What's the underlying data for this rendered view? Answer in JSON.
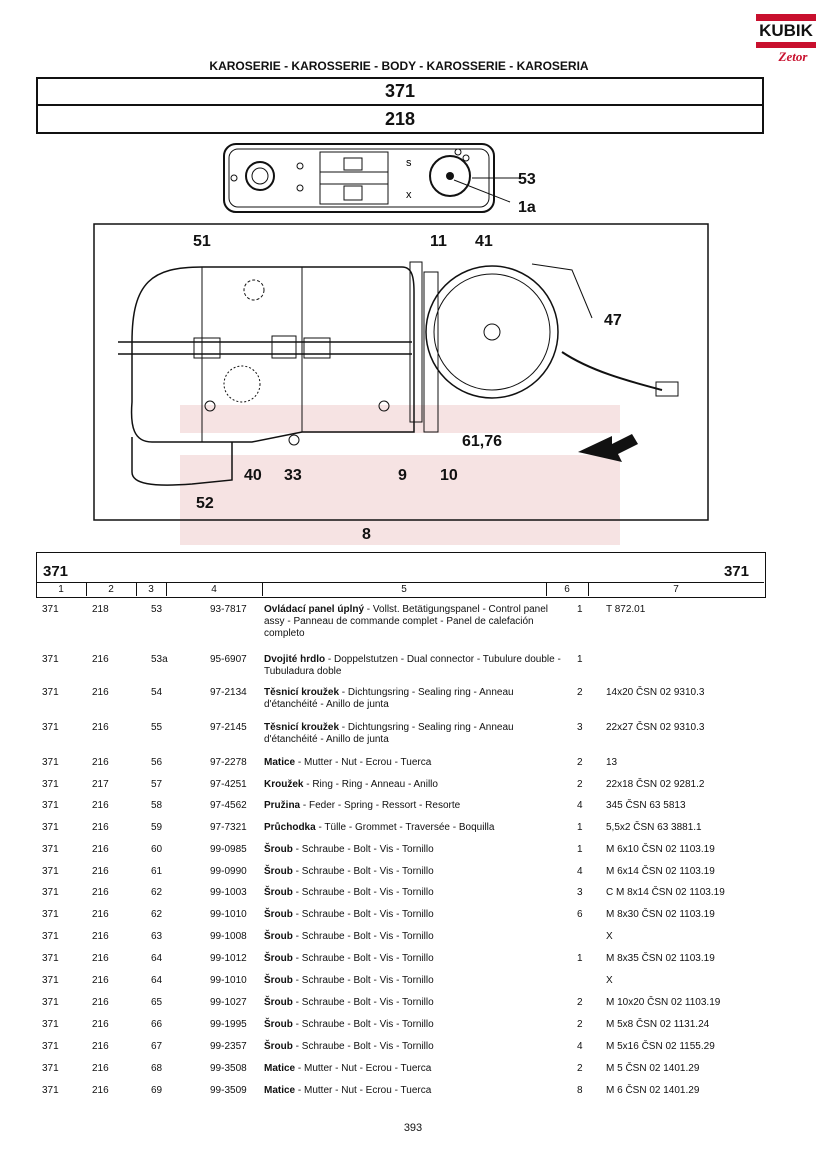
{
  "logo": {
    "word": "KUBIK",
    "brand": "Zetor"
  },
  "header": {
    "title": "KAROSERIE - KAROSSERIE - BODY - KAROSSERIE - KAROSERIA",
    "group": "371",
    "subgroup": "218"
  },
  "figure": {
    "panel_callouts": [
      "53",
      "1a"
    ],
    "main_callouts": [
      "51",
      "11",
      "41",
      "47",
      "61,76",
      "9",
      "10",
      "40",
      "33",
      "52",
      "8"
    ]
  },
  "table": {
    "ref_left": "371",
    "ref_right": "371",
    "columns": [
      "1",
      "2",
      "3",
      "4",
      "5",
      "6",
      "7"
    ],
    "rows": [
      {
        "c1": "371",
        "c2": "218",
        "c3": "53",
        "c4": "93-7817",
        "name": "Ovládací panel úplný",
        "desc": " - Vollst. Betätigungspanel - Control panel assy - Panneau de commande complet - Panel de calefación completo",
        "qty": "1",
        "note": "T 872.01"
      },
      {
        "c1": "371",
        "c2": "216",
        "c3": "53a",
        "c4": "95-6907",
        "name": "Dvojité hrdlo",
        "desc": " - Doppelstutzen - Dual connector - Tubulure double - Tubuladura doble",
        "qty": "1",
        "note": ""
      },
      {
        "c1": "371",
        "c2": "216",
        "c3": "54",
        "c4": "97-2134",
        "name": "Těsnicí kroužek",
        "desc": " - Dichtungsring - Sealing ring - Anneau d'étanchéité - Anillo de junta",
        "qty": "2",
        "note": "14x20 ČSN 02 9310.3"
      },
      {
        "c1": "371",
        "c2": "216",
        "c3": "55",
        "c4": "97-2145",
        "name": "Těsnicí kroužek",
        "desc": " - Dichtungsring - Sealing ring - Anneau d'étanchéité - Anillo de junta",
        "qty": "3",
        "note": "22x27 ČSN 02 9310.3"
      },
      {
        "c1": "371",
        "c2": "216",
        "c3": "56",
        "c4": "97-2278",
        "name": "Matice",
        "desc": " - Mutter - Nut - Ecrou - Tuerca",
        "qty": "2",
        "note": "13"
      },
      {
        "c1": "371",
        "c2": "217",
        "c3": "57",
        "c4": "97-4251",
        "name": "Kroužek",
        "desc": " - Ring - Ring - Anneau - Anillo",
        "qty": "2",
        "note": "22x18 ČSN 02 9281.2"
      },
      {
        "c1": "371",
        "c2": "216",
        "c3": "58",
        "c4": "97-4562",
        "name": "Pružina",
        "desc": " - Feder - Spring - Ressort - Resorte",
        "qty": "4",
        "note": "345 ČSN 63 5813"
      },
      {
        "c1": "371",
        "c2": "216",
        "c3": "59",
        "c4": "97-7321",
        "name": "Průchodka",
        "desc": " - Tülle - Grommet - Traversée - Boquilla",
        "qty": "1",
        "note": "5,5x2 ČSN 63 3881.1"
      },
      {
        "c1": "371",
        "c2": "216",
        "c3": "60",
        "c4": "99-0985",
        "name": "Šroub",
        "desc": " - Schraube - Bolt - Vis - Tornillo",
        "qty": "1",
        "note": "M 6x10 ČSN 02 1103.19"
      },
      {
        "c1": "371",
        "c2": "216",
        "c3": "61",
        "c4": "99-0990",
        "name": "Šroub",
        "desc": " - Schraube - Bolt - Vis - Tornillo",
        "qty": "4",
        "note": "M 6x14 ČSN 02 1103.19"
      },
      {
        "c1": "371",
        "c2": "216",
        "c3": "62",
        "c4": "99-1003",
        "name": "Šroub",
        "desc": " - Schraube - Bolt - Vis - Tornillo",
        "qty": "3",
        "note": "C  M 8x14 ČSN 02 1103.19"
      },
      {
        "c1": "371",
        "c2": "216",
        "c3": "62",
        "c4": "99-1010",
        "name": "Šroub",
        "desc": " - Schraube - Bolt - Vis - Tornillo",
        "qty": "6",
        "note": "M 8x30 ČSN 02 1103.19"
      },
      {
        "c1": "371",
        "c2": "216",
        "c3": "63",
        "c4": "99-1008",
        "name": "Šroub",
        "desc": " - Schraube - Bolt - Vis - Tornillo",
        "qty": "",
        "note": "X"
      },
      {
        "c1": "371",
        "c2": "216",
        "c3": "64",
        "c4": "99-1012",
        "name": "Šroub",
        "desc": " - Schraube - Bolt - Vis - Tornillo",
        "qty": "1",
        "note": "M 8x35 ČSN 02 1103.19"
      },
      {
        "c1": "371",
        "c2": "216",
        "c3": "64",
        "c4": "99-1010",
        "name": "Šroub",
        "desc": " - Schraube - Bolt - Vis - Tornillo",
        "qty": "",
        "note": "X"
      },
      {
        "c1": "371",
        "c2": "216",
        "c3": "65",
        "c4": "99-1027",
        "name": "Šroub",
        "desc": " - Schraube - Bolt - Vis - Tornillo",
        "qty": "2",
        "note": "M 10x20 ČSN 02 1103.19"
      },
      {
        "c1": "371",
        "c2": "216",
        "c3": "66",
        "c4": "99-1995",
        "name": "Šroub",
        "desc": " - Schraube - Bolt - Vis - Tornillo",
        "qty": "2",
        "note": "M 5x8 ČSN 02 1131.24"
      },
      {
        "c1": "371",
        "c2": "216",
        "c3": "67",
        "c4": "99-2357",
        "name": "Šroub",
        "desc": " - Schraube - Bolt - Vis - Tornillo",
        "qty": "4",
        "note": "M 5x16 ČSN 02 1155.29"
      },
      {
        "c1": "371",
        "c2": "216",
        "c3": "68",
        "c4": "99-3508",
        "name": "Matice",
        "desc": " - Mutter - Nut - Ecrou - Tuerca",
        "qty": "2",
        "note": "M 5 ČSN 02 1401.29"
      },
      {
        "c1": "371",
        "c2": "216",
        "c3": "69",
        "c4": "99-3509",
        "name": "Matice",
        "desc": " - Mutter - Nut - Ecrou - Tuerca",
        "qty": "8",
        "note": "M 6 ČSN 02 1401.29"
      }
    ]
  },
  "page_number": "393"
}
